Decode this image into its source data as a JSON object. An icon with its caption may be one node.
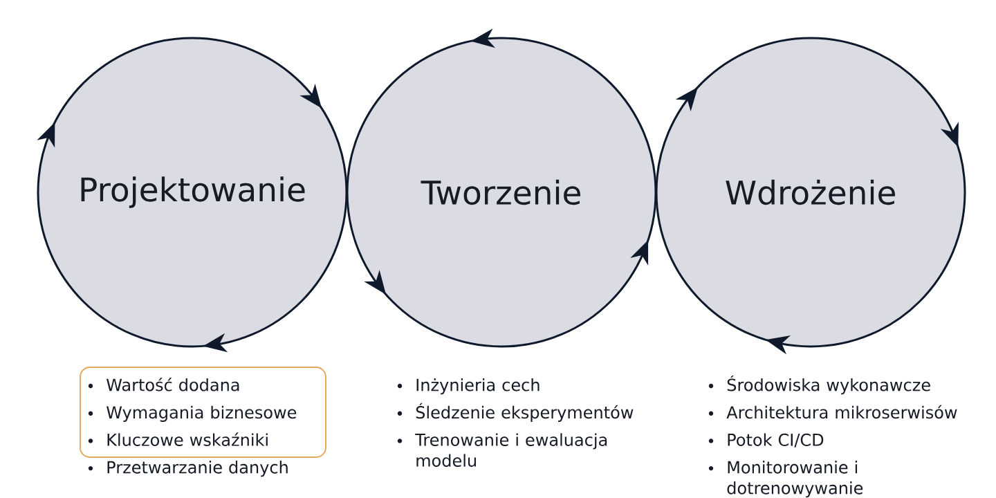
{
  "diagram": {
    "nodes": [
      {
        "text": [
          "Projektowanie"
        ]
      },
      {
        "text": [
          "Tworzenie"
        ],
        "beside": [
          "Inżynieria cech",
          "Śledzenie eksperymentów",
          "Trenowanie i ewaluacja modelu"
        ]
      },
      {
        "text": [
          "Wdrożenie"
        ],
        "beside": [
          "Środowiska wykonawcze",
          "Architektura mikroserwisów",
          "Potok CI/CD",
          "Monitorowanie i dotrenowywanie"
        ]
      },
      {
        "text": [
          "Wartość dodana",
          "Wymagania biznesowe",
          "Kluczowe wskaźniki"
        ]
      }
    ],
    "labels": [
      "Przetwarzanie danych"
    ]
  }
}
